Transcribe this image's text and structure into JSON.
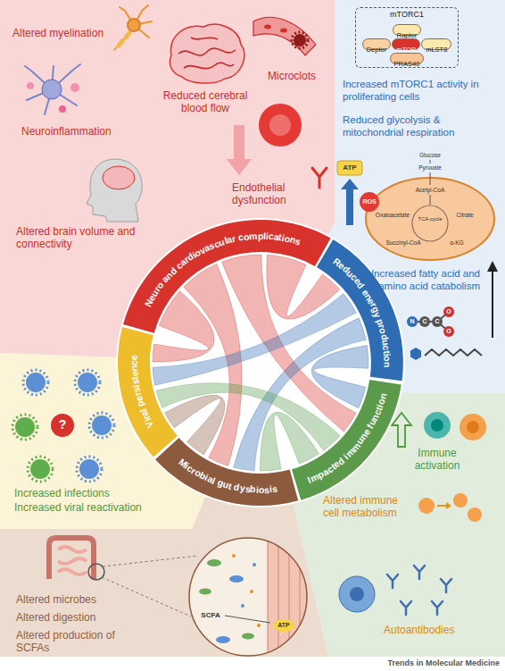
{
  "diagram": {
    "nodes": [
      {
        "text": [
          "mTORC1"
        ]
      },
      {
        "text": [
          "Raptor"
        ],
        "in": 0
      },
      {
        "text": [
          "Deptor"
        ],
        "in": 0
      },
      {
        "text": [
          "mTOR"
        ],
        "in": 0
      },
      {
        "text": [
          "mLST8"
        ],
        "in": 0
      },
      {
        "text": [
          "PRAS40"
        ],
        "in": 0
      },
      {
        "text": [
          "Neuro and cardiovascular complications"
        ]
      },
      {
        "text": [
          "Reduced energy production"
        ]
      },
      {
        "text": [
          "Impacted immune function"
        ]
      },
      {
        "text": [
          "Microbial gut dysbiosis"
        ]
      },
      {
        "text": [
          "Viral persistence"
        ]
      }
    ],
    "edges": [
      {
        "from": 6,
        "to": 7,
        "arrow": "none"
      },
      {
        "from": 6,
        "to": 8,
        "arrow": "none"
      },
      {
        "from": 6,
        "to": 9,
        "arrow": "none"
      },
      {
        "from": 6,
        "to": 10,
        "arrow": "none"
      },
      {
        "from": 7,
        "to": 8,
        "arrow": "none"
      },
      {
        "from": 7,
        "to": 9,
        "arrow": "none"
      },
      {
        "from": 7,
        "to": 10,
        "arrow": "none"
      },
      {
        "from": 8,
        "to": 9,
        "arrow": "none"
      },
      {
        "from": 8,
        "to": 10,
        "arrow": "none"
      },
      {
        "from": 9,
        "to": 10,
        "arrow": "none"
      }
    ],
    "labels": [
      "Altered myelination",
      "Reduced cerebral blood flow",
      "Microclots",
      "Increased mTORC1 activity in proliferating cells",
      "Neuroinflammation",
      "Endothelial dysfunction",
      "Reduced glycolysis & mitochondrial respiration",
      "ATP",
      "Glucose",
      "Pyruvate",
      "Acetyl-CoA",
      "ROS",
      "Oxaloacetate",
      "TCA cycle",
      "Citrate",
      "Succinyl-CoA",
      "α-KG",
      "Altered brain volume and connectivity",
      "Increased fatty acid and amino acid catabolism",
      "?",
      "Increased infections",
      "Increased viral reactivation",
      "Immune activation",
      "Altered immune cell metabolism",
      "Autoantibodies",
      "Altered microbes",
      "Altered digestion",
      "Altered production of SCFAs",
      "SCFA",
      "ATP",
      "Trends in Molecular Medicine",
      "N",
      "C",
      "C",
      "O",
      "O"
    ]
  }
}
